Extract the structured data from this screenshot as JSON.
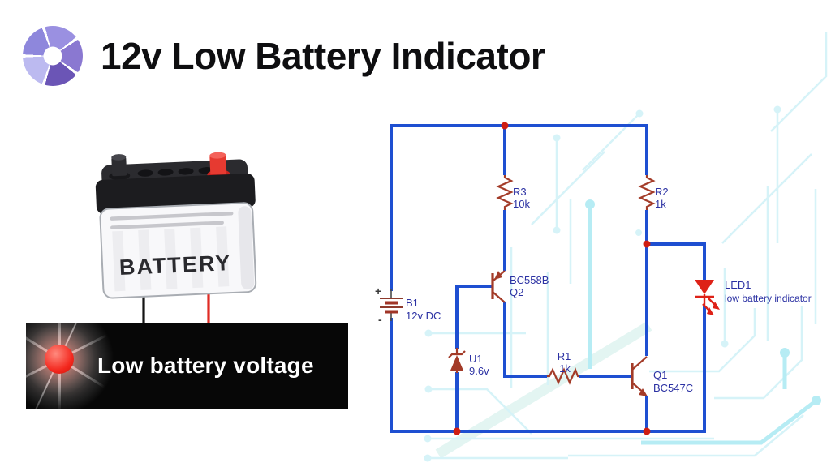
{
  "header": {
    "title": "12v Low Battery Indicator",
    "logo": "purple-pie-wheel-logo"
  },
  "battery_illustration": {
    "label": "BATTERY"
  },
  "alert_banner": {
    "text": "Low battery voltage"
  },
  "schematic": {
    "components": {
      "b1": {
        "designator": "B1",
        "value": "12v DC",
        "plus": "+",
        "minus": "-"
      },
      "r3": {
        "designator": "R3",
        "value": "10k"
      },
      "r2": {
        "designator": "R2",
        "value": "1k"
      },
      "r1": {
        "designator": "R1",
        "value": "1k"
      },
      "q2": {
        "part": "BC558B",
        "designator": "Q2",
        "type": "PNP"
      },
      "q1": {
        "designator": "Q1",
        "part": "BC547C",
        "type": "NPN"
      },
      "u1": {
        "designator": "U1",
        "value": "9.6v"
      },
      "led1": {
        "designator": "LED1",
        "description": "low battery indicator"
      }
    }
  },
  "colors": {
    "wire": "#1e4fd1",
    "component": "#a33b28",
    "led": "#de2117",
    "junction": "#cf1d12",
    "label": "#2b31a3",
    "trace": "#d6f3f8",
    "trace2": "#b6ecf4",
    "banner_bg": "#070707",
    "accent_red": "#f3281e",
    "logo_purple": "#8a78d1"
  }
}
